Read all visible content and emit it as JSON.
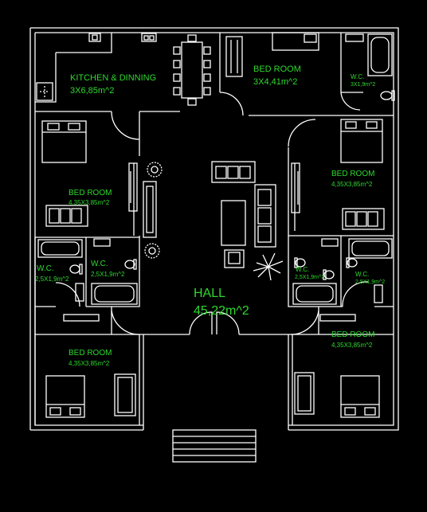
{
  "colors": {
    "background": "#000000",
    "linework": "#ffffff",
    "labels": "#2fd82f"
  },
  "rooms": {
    "kitchen_dining": {
      "name": "KITCHEN & DINNING",
      "area": "3X6,85m^2"
    },
    "bedroom_top": {
      "name": "BED ROOM",
      "area": "3X4,41m^2"
    },
    "wc_top_right": {
      "name": "W.C.",
      "area": "3X1,9m^2"
    },
    "bedroom_left_mid": {
      "name": "BED ROOM",
      "area": "4,35X3,85m^2"
    },
    "bedroom_right_mid": {
      "name": "BED ROOM",
      "area": "4,35X3,85m^2"
    },
    "wc_left_outer": {
      "name": "W.C.",
      "area": "2,5X1,9m^2"
    },
    "wc_left_inner": {
      "name": "W.C.",
      "area": "2,5X1,9m^2"
    },
    "wc_right_inner": {
      "name": "W.C.",
      "area": "2,5X1,9m^2"
    },
    "wc_right_outer": {
      "name": "W.C.",
      "area": "2,5X1,9m^2"
    },
    "hall": {
      "name": "HALL",
      "area": "45,22m^2"
    },
    "bedroom_left_bottom": {
      "name": "BED ROOM",
      "area": "4,35X3,85m^2"
    },
    "bedroom_right_bottom": {
      "name": "BED ROOM",
      "area": "4,35X3,85m^2"
    }
  },
  "symbols": [
    "stove-icon",
    "sink-icon",
    "dining-table-icon",
    "bed-icon",
    "wardrobe-icon",
    "bathtub-icon",
    "toilet-icon",
    "sofa-icon",
    "armchair-icon",
    "coffee-table-icon",
    "plant-icon",
    "stairs-icon"
  ]
}
